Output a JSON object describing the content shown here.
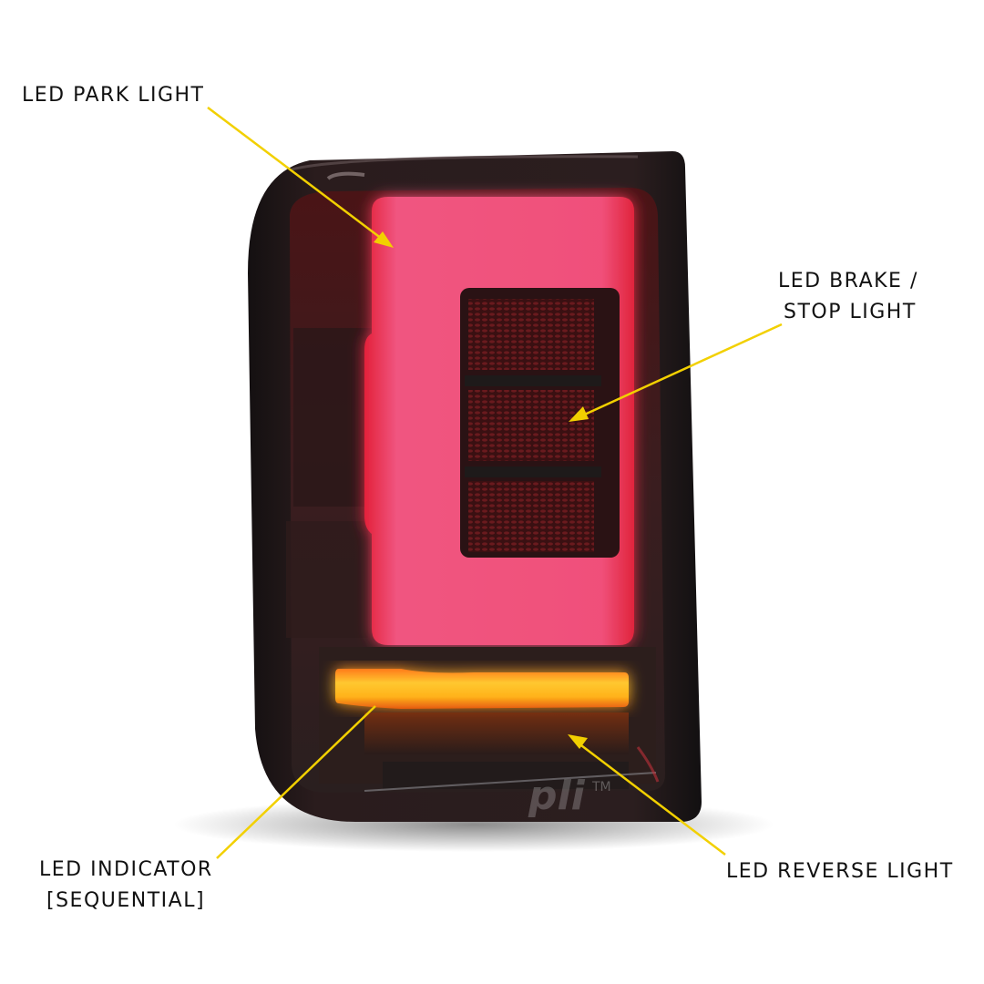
{
  "labels": {
    "park": [
      "LED PARK LIGHT"
    ],
    "brake": [
      "LED BRAKE /",
      "STOP LIGHT"
    ],
    "indicator": [
      "LED INDICATOR",
      "[SEQUENTIAL]"
    ],
    "reverse": [
      "LED REVERSE LIGHT"
    ]
  },
  "watermark": {
    "text": "pli",
    "tm": "TM"
  },
  "colors": {
    "arrow": "#f2d000",
    "park_light": "#f0507a",
    "indicator": "#ffc21a",
    "housing": "#1f1718",
    "text": "#111111"
  }
}
